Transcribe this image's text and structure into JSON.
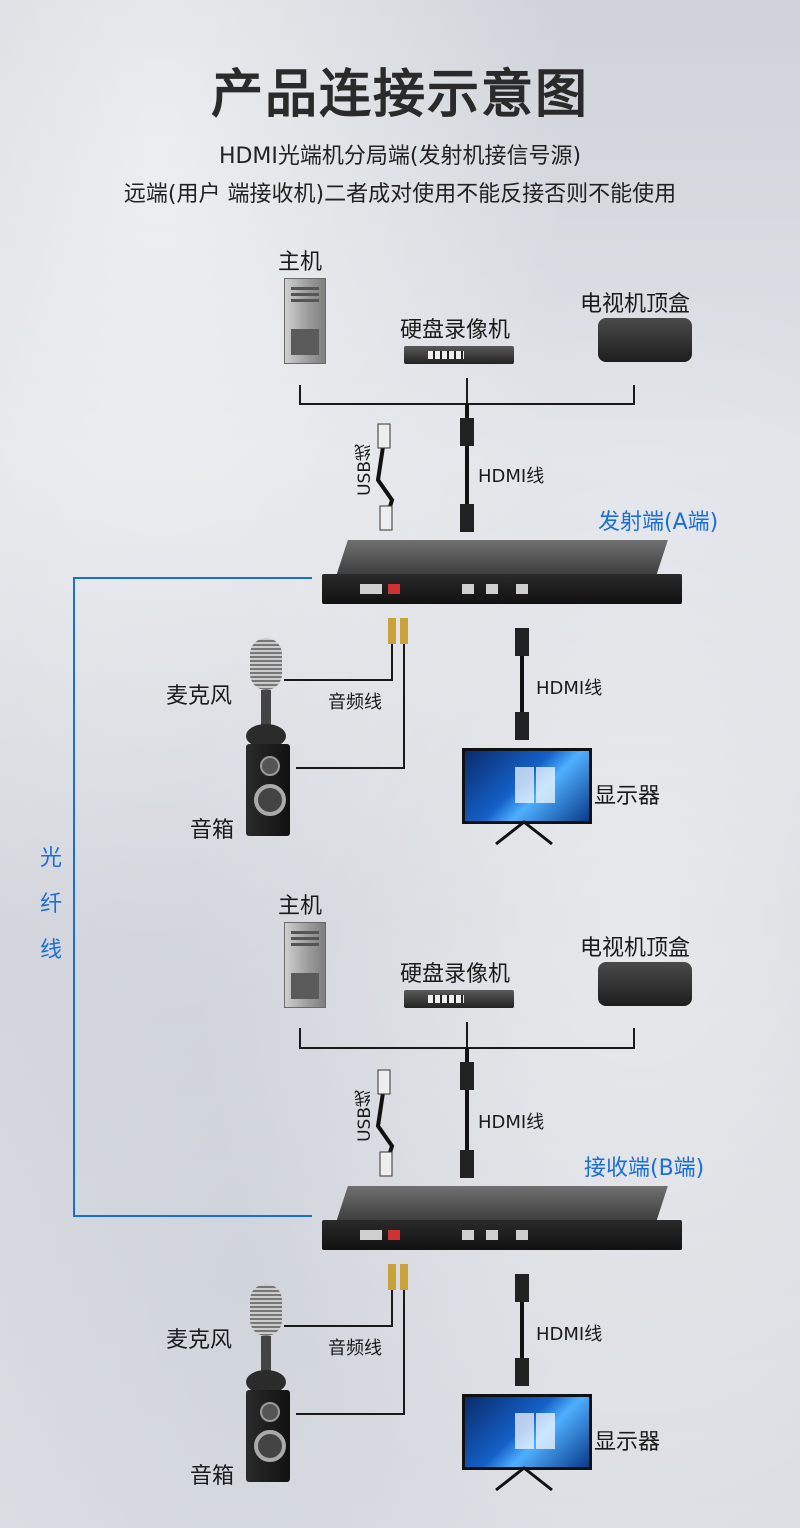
{
  "title": "产品连接示意图",
  "subtitle_line1": "HDMI光端机分局端(发射机接信号源)",
  "subtitle_line2": "远端(用户 端接收机)二者成对使用不能反接否则不能使用",
  "fiber_label": [
    "光",
    "纤",
    "线"
  ],
  "colors": {
    "accent_blue": "#1a6fd6",
    "line_black": "#1a1a1a"
  },
  "sections": [
    {
      "host_label": "主机",
      "nvr_label": "硬盘录像机",
      "stb_label": "电视机顶盒",
      "usb_cable_label": "USB线",
      "hdmi_in_label": "HDMI线",
      "unit_label": "发射端(A端)",
      "mic_label": "麦克风",
      "audio_cable_label": "音频线",
      "hdmi_out_label": "HDMI线",
      "speaker_label": "音箱",
      "display_label": "显示器"
    },
    {
      "host_label": "主机",
      "nvr_label": "硬盘录像机",
      "stb_label": "电视机顶盒",
      "usb_cable_label": "USB线",
      "hdmi_in_label": "HDMI线",
      "unit_label": "接收端(B端)",
      "mic_label": "麦克风",
      "audio_cable_label": "音频线",
      "hdmi_out_label": "HDMI线",
      "speaker_label": "音箱",
      "display_label": "显示器"
    }
  ]
}
